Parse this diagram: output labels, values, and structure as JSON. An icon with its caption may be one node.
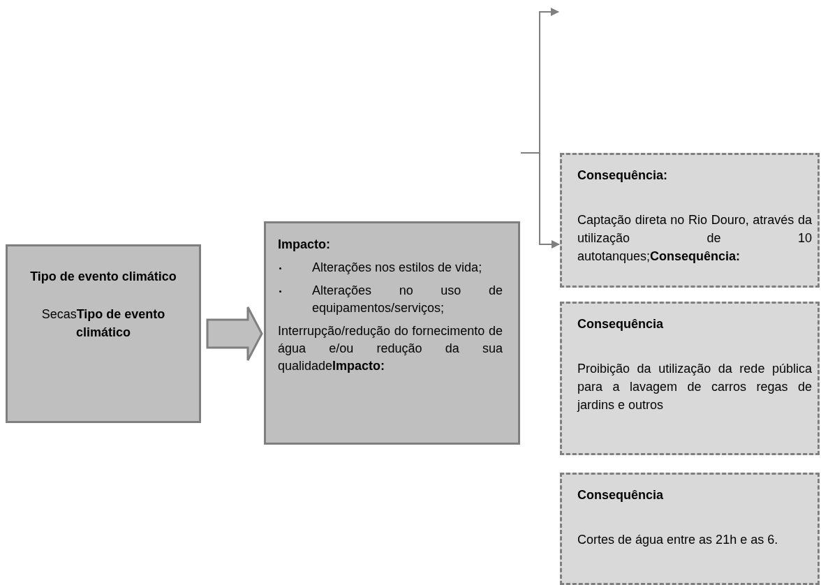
{
  "diagram": {
    "nodes": [
      {
        "text": [
          "Tipo de evento climático",
          "Secas**Tipo de evento climático**"
        ]
      },
      {
        "text": [
          "Impacto:",
          "Alterações nos estilos de vida;",
          "Alterações no uso de equipamentos/serviços;",
          "Interrupção/redução do fornecimento de água e/ou redução da sua qualidade**Impacto:**"
        ]
      },
      {
        "text": [
          "Consequência:",
          "Captação direta no Rio Douro, através da utilização de 10 autotanques;**Consequência:**"
        ]
      },
      {
        "text": [
          "Consequência",
          "Proibição da utilização da rede pública para a lavagem de carros regas de jardins e outros"
        ]
      },
      {
        "text": [
          "Consequência",
          "Cortes de água entre as 21h e as 6."
        ]
      }
    ],
    "edges": [
      {
        "from": 0,
        "to": 1,
        "arrow": "to",
        "style": "thick"
      },
      {
        "from": null,
        "to": 2,
        "arrow": "to"
      }
    ]
  }
}
